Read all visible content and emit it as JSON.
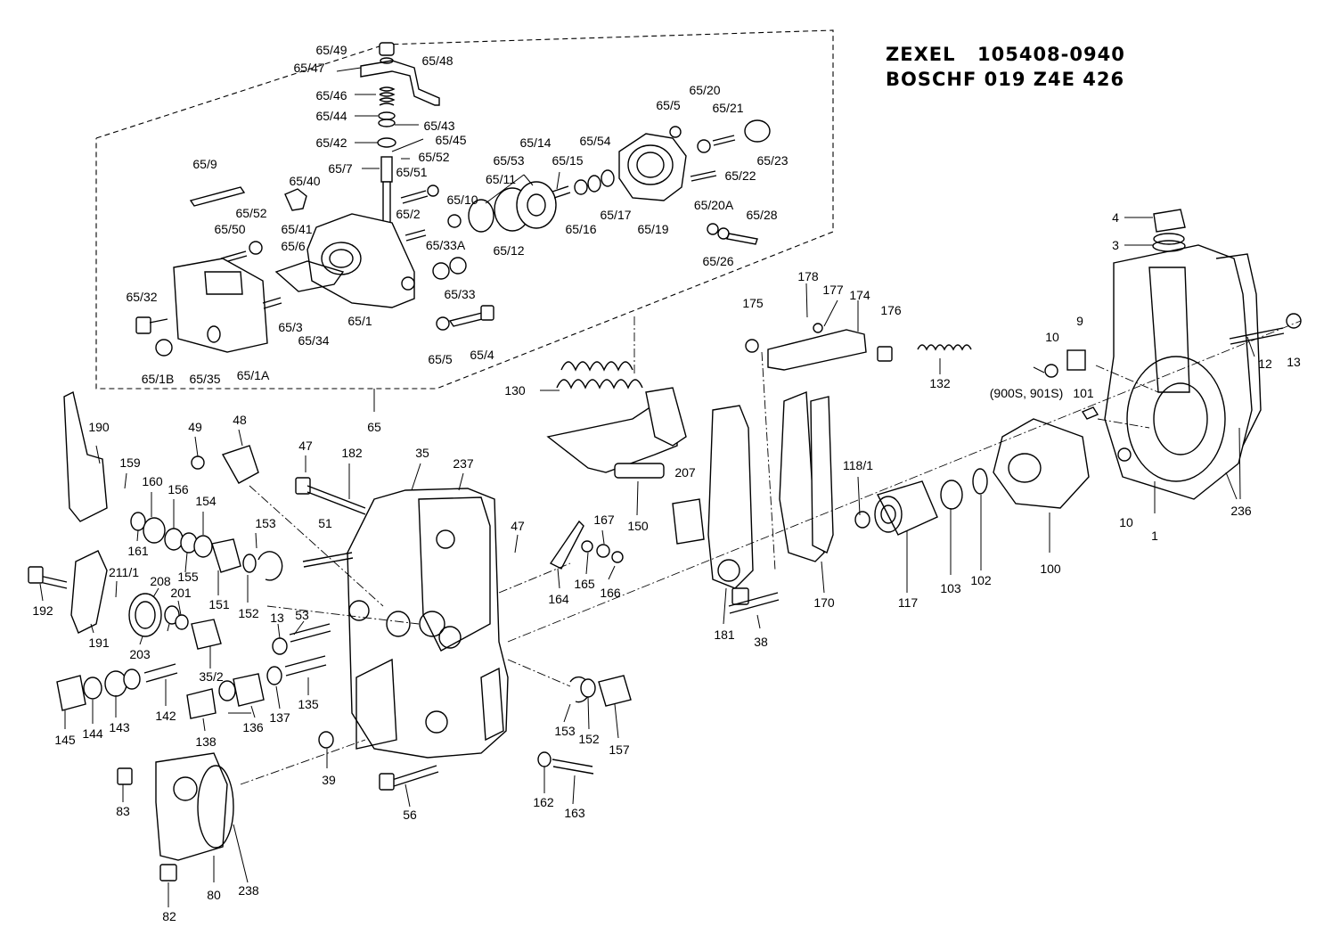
{
  "header": {
    "zexel_brand": "ZEXEL",
    "zexel_number": "105408-0940",
    "bosch_brand": "BOSCH",
    "bosch_number": "F 019 Z4E 426"
  },
  "labels": [
    "65/49",
    "65/48",
    "65/47",
    "65/46",
    "65/44",
    "65/43",
    "65/42",
    "65/45",
    "65/52",
    "65/7",
    "65/51",
    "65/53",
    "65/11",
    "65/14",
    "65/15",
    "65/54",
    "65/5",
    "65/20",
    "65/21",
    "65/23",
    "65/22",
    "65/9",
    "65/40",
    "65/10",
    "65/2",
    "65/17",
    "65/16",
    "65/19",
    "65/12",
    "65/20A",
    "65/28",
    "65/52",
    "65/50",
    "65/41",
    "65/6",
    "65/33A",
    "65/26",
    "65/33",
    "65/32",
    "65/1",
    "65/3",
    "65/34",
    "65/5",
    "65/4",
    "65/1B",
    "65/35",
    "65/1A",
    "65",
    "4",
    "3",
    "178",
    "177",
    "174",
    "176",
    "175",
    "130",
    "132",
    "10",
    "9",
    "12",
    "13",
    "(900S, 901S)",
    "101",
    "190",
    "159",
    "49",
    "48",
    "47",
    "182",
    "35",
    "237",
    "160",
    "156",
    "154",
    "153",
    "51",
    "47",
    "207",
    "118/1",
    "161",
    "155",
    "151",
    "152",
    "167",
    "150",
    "192",
    "211/1",
    "208",
    "201",
    "165",
    "166",
    "164",
    "170",
    "117",
    "103",
    "102",
    "100",
    "10",
    "1",
    "236",
    "13",
    "53",
    "191",
    "203",
    "35/2",
    "181",
    "38",
    "142",
    "137",
    "135",
    "145",
    "144",
    "143",
    "138",
    "136",
    "153",
    "152",
    "157",
    "39",
    "83",
    "162",
    "163",
    "56",
    "238",
    "80",
    "82"
  ]
}
